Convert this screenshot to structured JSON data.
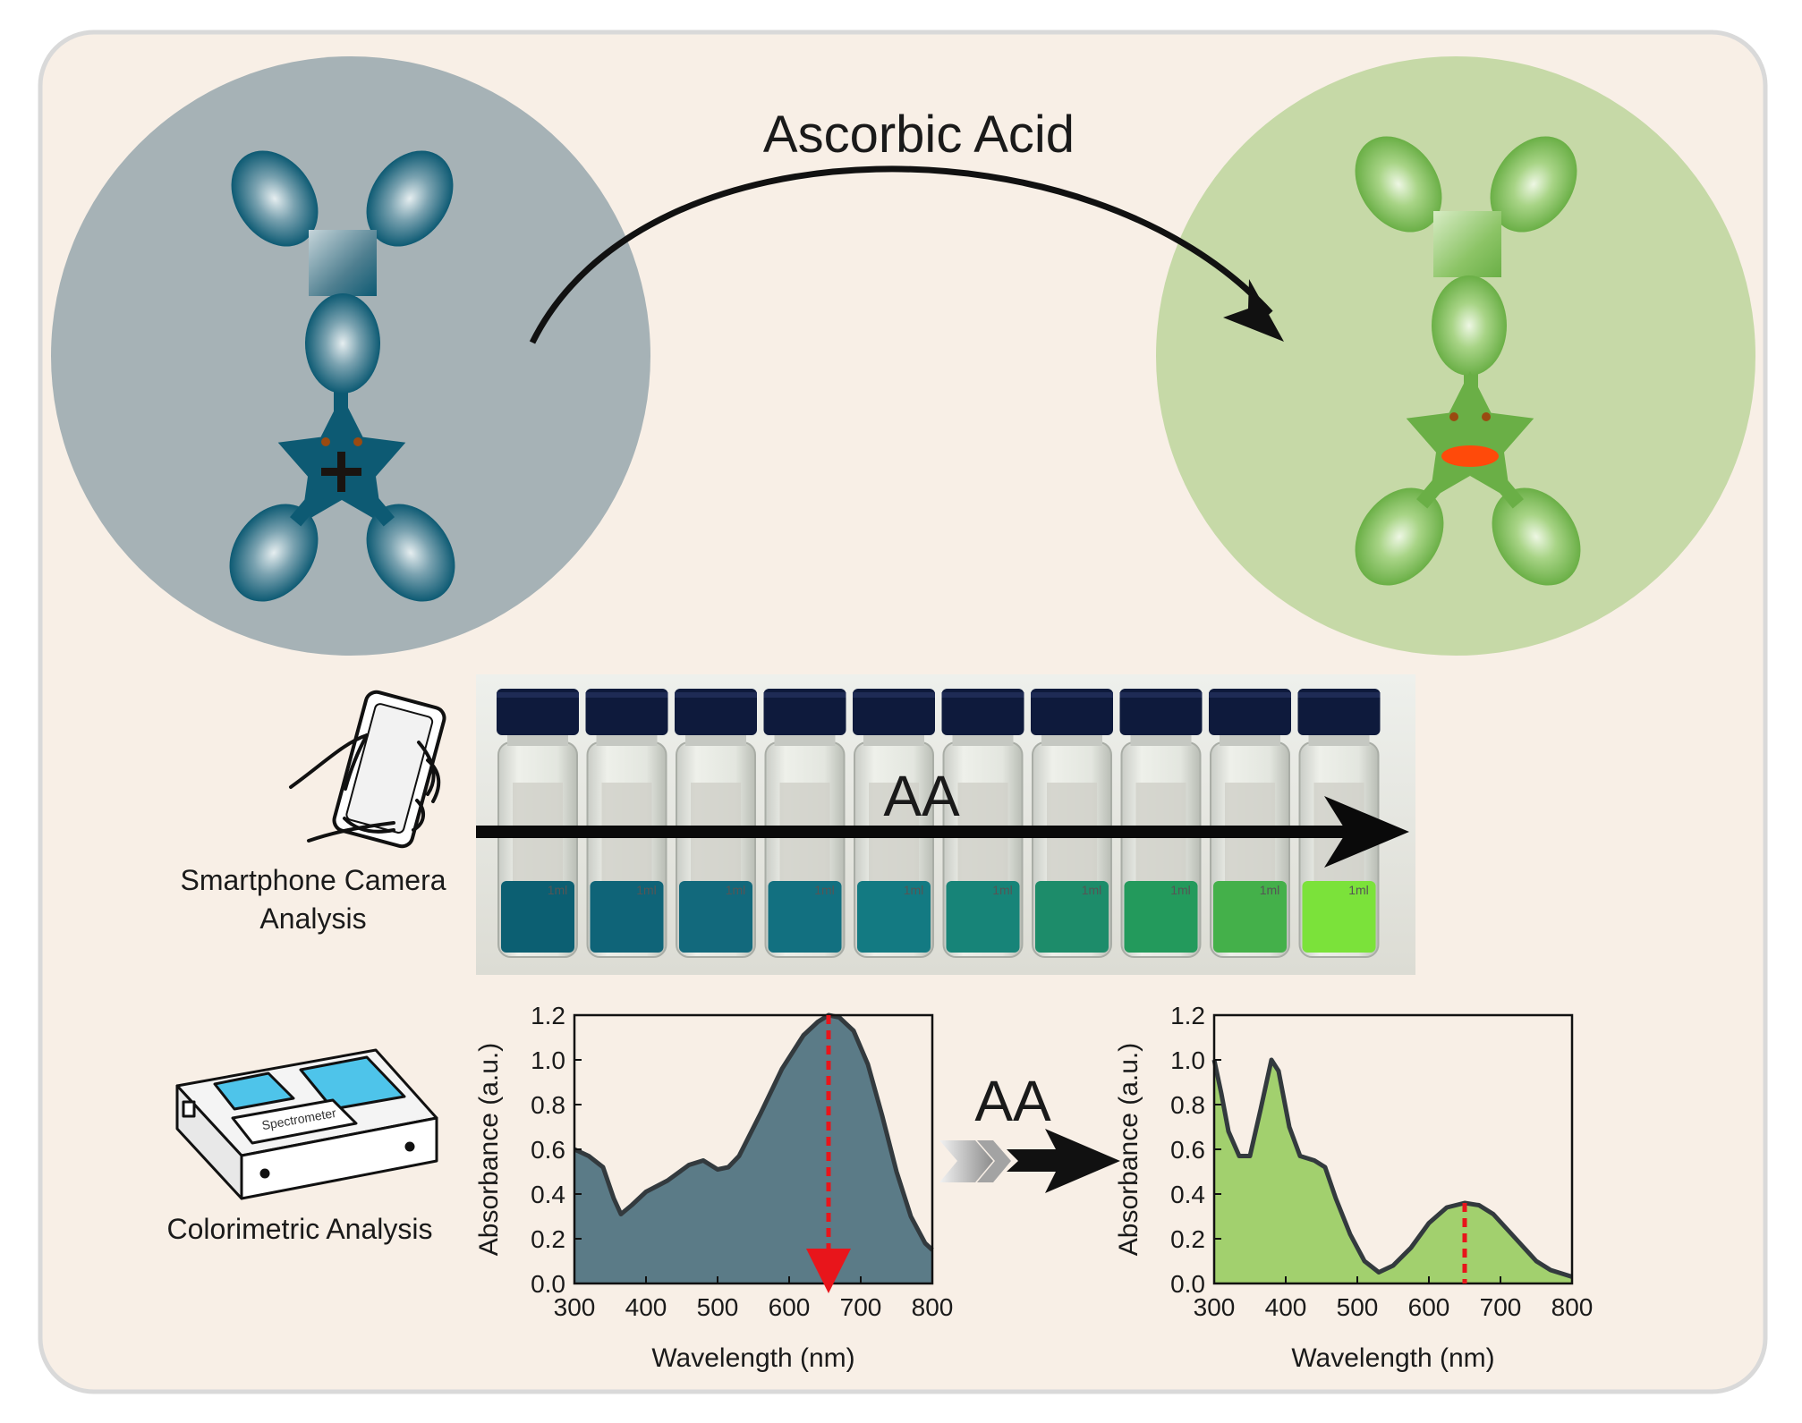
{
  "colors": {
    "panel_bg": "#f8efe6",
    "panel_border": "#d9d9d9",
    "left_circle": "#a6b2b6",
    "left_molecule": "#0d5a73",
    "right_circle": "#c6d9a7",
    "right_molecule": "#6aaf46",
    "mouth": "#ff4a0a",
    "eye": "#9a4a10",
    "arrow": "#111111",
    "left_fill": "#5b7b87",
    "right_fill": "#a2d06e",
    "marker": "#e8151b"
  },
  "reaction_label": "Ascorbic Acid",
  "icons": {
    "phone": "smartphone-hand-icon",
    "spectro": "spectrophotometer-icon",
    "vials": "vial-series-photo"
  },
  "smartphone_label": [
    "Smartphone Camera",
    "Analysis"
  ],
  "colorimetric_label": "Colorimetric Analysis",
  "spectrometer_text": "Spectrometer",
  "vials": {
    "arrow_label": "AA",
    "volume_mark": "1ml",
    "solution_colors": [
      "#0c5f72",
      "#0f6478",
      "#12697c",
      "#127080",
      "#137a82",
      "#178478",
      "#1d8c6a",
      "#239a5c",
      "#44b04a",
      "#7be23a"
    ]
  },
  "between_label": "AA",
  "chart_data": [
    {
      "type": "area",
      "title": "",
      "xlabel": "Wavelength (nm)",
      "ylabel": "Absorbance (a.u.)",
      "xlim": [
        300,
        800
      ],
      "ylim": [
        0,
        1.2
      ],
      "xticks": [
        300,
        400,
        500,
        600,
        700,
        800
      ],
      "yticks": [
        "0.0",
        "0.2",
        "0.4",
        "0.6",
        "0.8",
        "1.0",
        "1.2"
      ],
      "series": [
        {
          "x": [
            300,
            320,
            340,
            355,
            365,
            380,
            400,
            430,
            460,
            480,
            500,
            515,
            530,
            560,
            590,
            620,
            640,
            655,
            670,
            690,
            710,
            730,
            750,
            770,
            790,
            800
          ],
          "y": [
            0.6,
            0.57,
            0.52,
            0.38,
            0.31,
            0.35,
            0.41,
            0.46,
            0.53,
            0.55,
            0.51,
            0.52,
            0.57,
            0.76,
            0.96,
            1.11,
            1.17,
            1.2,
            1.19,
            1.13,
            0.98,
            0.75,
            0.5,
            0.3,
            0.18,
            0.15
          ]
        }
      ],
      "marker": {
        "x": 655,
        "y_from": 1.2,
        "y_to": 0.0,
        "direction": "down"
      }
    },
    {
      "type": "area",
      "title": "",
      "xlabel": "Wavelength (nm)",
      "ylabel": "Absorbance (a.u.)",
      "xlim": [
        300,
        800
      ],
      "ylim": [
        0,
        1.2
      ],
      "xticks": [
        300,
        400,
        500,
        600,
        700,
        800
      ],
      "yticks": [
        "0.0",
        "0.2",
        "0.4",
        "0.6",
        "0.8",
        "1.0",
        "1.2"
      ],
      "series": [
        {
          "x": [
            300,
            310,
            320,
            335,
            350,
            365,
            380,
            390,
            405,
            420,
            440,
            455,
            470,
            490,
            510,
            530,
            550,
            575,
            600,
            625,
            650,
            670,
            690,
            710,
            730,
            750,
            770,
            790,
            800
          ],
          "y": [
            1.0,
            0.85,
            0.68,
            0.57,
            0.57,
            0.78,
            1.0,
            0.95,
            0.7,
            0.57,
            0.55,
            0.52,
            0.38,
            0.22,
            0.1,
            0.05,
            0.08,
            0.16,
            0.27,
            0.34,
            0.36,
            0.35,
            0.31,
            0.24,
            0.17,
            0.1,
            0.06,
            0.04,
            0.03
          ]
        }
      ],
      "marker": {
        "x": 650,
        "y_from": 0.36,
        "y_to": 0.0,
        "direction": "none"
      }
    }
  ]
}
